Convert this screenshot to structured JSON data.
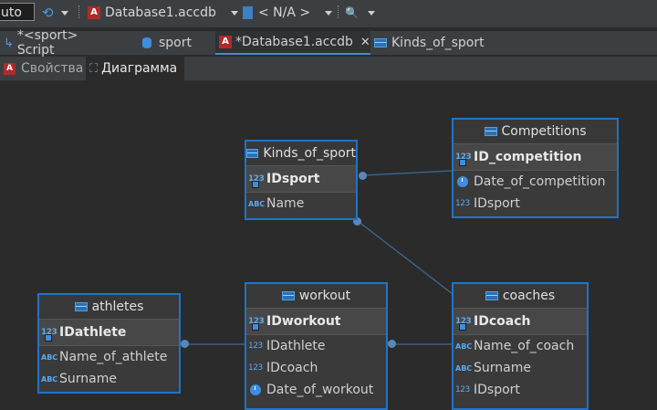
{
  "toolbar": {
    "auto_value": "uto",
    "database": "Database1.accdb",
    "schema": "< N/A >"
  },
  "tabs": [
    {
      "label": "*<sport> Script"
    },
    {
      "label": "sport"
    },
    {
      "label": "*Database1.accdb"
    },
    {
      "label": "Kinds_of_sport"
    }
  ],
  "subtabs": [
    {
      "label": "Свойства"
    },
    {
      "label": "Диаграмма"
    }
  ],
  "entities": {
    "kinds_of_sport": {
      "title": "Kinds_of_sport",
      "pk": "IDsport",
      "fields": [
        "Name"
      ]
    },
    "competitions": {
      "title": "Competitions",
      "pk": "ID_competition",
      "fields": [
        "Date_of_competition",
        "IDsport"
      ]
    },
    "athletes": {
      "title": "athletes",
      "pk": "IDathlete",
      "fields": [
        "Name_of_athlete",
        "Surname"
      ]
    },
    "workout": {
      "title": "workout",
      "pk": "IDworkout",
      "fields": [
        "IDathlete",
        "IDcoach",
        "Date_of_workout"
      ]
    },
    "coaches": {
      "title": "coaches",
      "pk": "IDcoach",
      "fields": [
        "Name_of_coach",
        "Surname",
        "IDsport"
      ]
    }
  },
  "icons": {
    "num": "123",
    "abc": "ABC"
  },
  "colors": {
    "accent": "#1f74c9",
    "background": "#2b2b2b",
    "connector": "#5b87b8"
  }
}
